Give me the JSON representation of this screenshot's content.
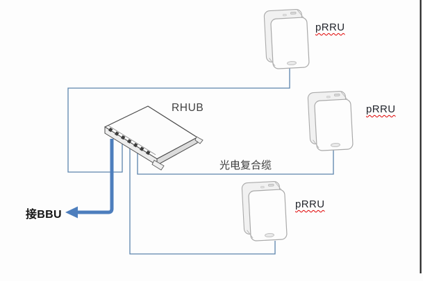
{
  "labels": {
    "rhub": "RHUB",
    "prru_top": "pRRU",
    "prru_mid": "pRRU",
    "prru_bottom": "pRRU",
    "cable": "光电复合缆",
    "bbu": "接BBU"
  },
  "colors": {
    "cable_thin": "#5b84ad",
    "cable_thick": "#4d7ebd",
    "misspell_underline": "#e00000",
    "rhub_outline": "#4a4a4a",
    "prru_outline": "#a9a9a9",
    "label_text": "#333333",
    "page_edge_line": "#1f1f1f"
  },
  "devices": [
    {
      "id": "rhub",
      "type": "RHUB",
      "label": "RHUB"
    },
    {
      "id": "prru-top",
      "type": "pRRU",
      "label": "pRRU"
    },
    {
      "id": "prru-middle",
      "type": "pRRU",
      "label": "pRRU"
    },
    {
      "id": "prru-bottom",
      "type": "pRRU",
      "label": "pRRU"
    }
  ],
  "connections": [
    {
      "from": "rhub",
      "to": "prru-top",
      "style": "thin-line"
    },
    {
      "from": "rhub",
      "to": "prru-middle",
      "style": "thin-line",
      "label": "光电复合缆"
    },
    {
      "from": "rhub",
      "to": "prru-bottom",
      "style": "thin-line"
    },
    {
      "from": "rhub",
      "to": "BBU",
      "style": "thick-arrow",
      "label": "接BBU"
    }
  ]
}
